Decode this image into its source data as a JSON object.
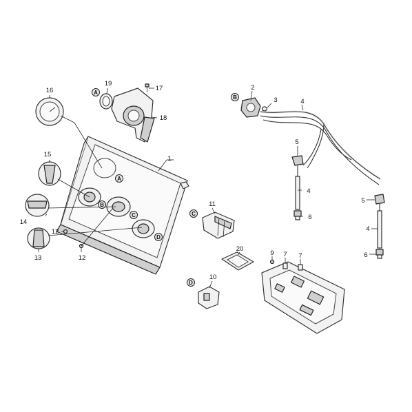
{
  "part_numbers": {
    "p1": "1",
    "p2": "2",
    "p3": "3",
    "p4a": "4",
    "p4b": "4",
    "p4c": "4",
    "p5a": "5",
    "p5b": "5",
    "p6a": "6",
    "p6b": "6",
    "p7a": "7",
    "p7b": "7",
    "p9": "9",
    "p10": "10",
    "p11": "11",
    "p12a": "12",
    "p12b": "12",
    "p13": "13",
    "p14": "14",
    "p15": "15",
    "p16": "16",
    "p17": "17",
    "p18": "18",
    "p19": "19",
    "p20": "20"
  },
  "reference_letters": {
    "a_top": "A",
    "a_panel": "A",
    "b_top": "B",
    "b_panel": "B",
    "c_panel": "C",
    "c_motor": "C",
    "d_panel": "D",
    "d_switch": "D"
  }
}
